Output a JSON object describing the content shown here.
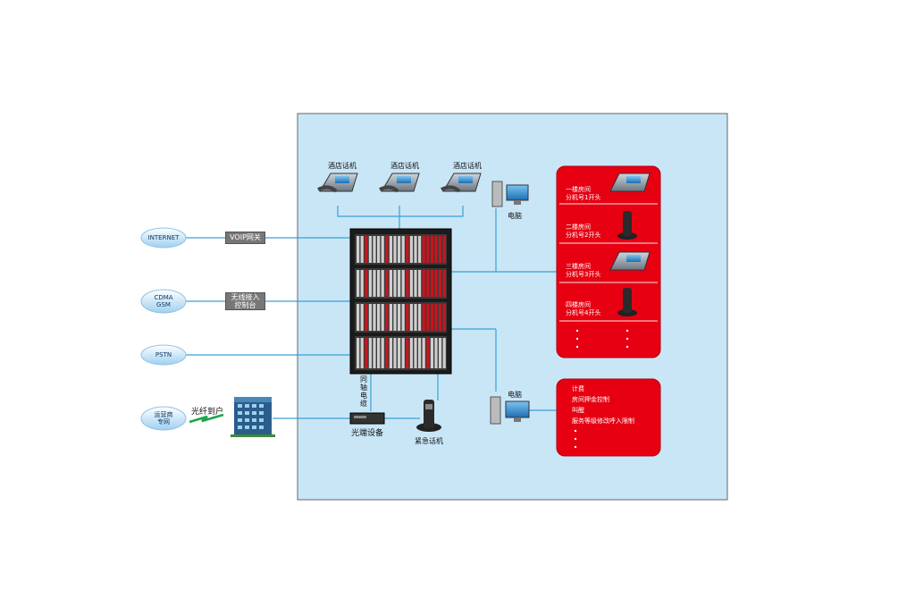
{
  "hotel_phones_label": [
    "酒店话机",
    "酒店话机",
    "酒店话机"
  ],
  "computer_label_top": "电脑",
  "computer_label_bottom": "电脑",
  "internet_label": "INTERNET",
  "cdma_label": "CDMA\nGSM",
  "pstn_label": "PSTN",
  "operator_label": "运营商\n专网",
  "voip_label": "VOIP网关",
  "wireless_label": "无线接入\n控制台",
  "fiber_label": "光纤到户",
  "optical_label": "光端设备",
  "coax_label": "同\n轴\n电\n缆",
  "emergency_label": "紧急话机",
  "rooms": [
    {
      "line1": "一楼房间",
      "line2": "分机号1开头"
    },
    {
      "line1": "二楼房间",
      "line2": "分机号2开头"
    },
    {
      "line1": "三楼房间",
      "line2": "分机号3开头"
    },
    {
      "line1": "四楼房间",
      "line2": "分机号4开头"
    }
  ],
  "services": [
    "计费",
    "房间押金控制",
    "叫醒",
    "服务等级修改呼入限制"
  ],
  "colors": {
    "panel_bg": "#c9e6f7",
    "red": "#e60012",
    "line": "#3aa0d6"
  }
}
